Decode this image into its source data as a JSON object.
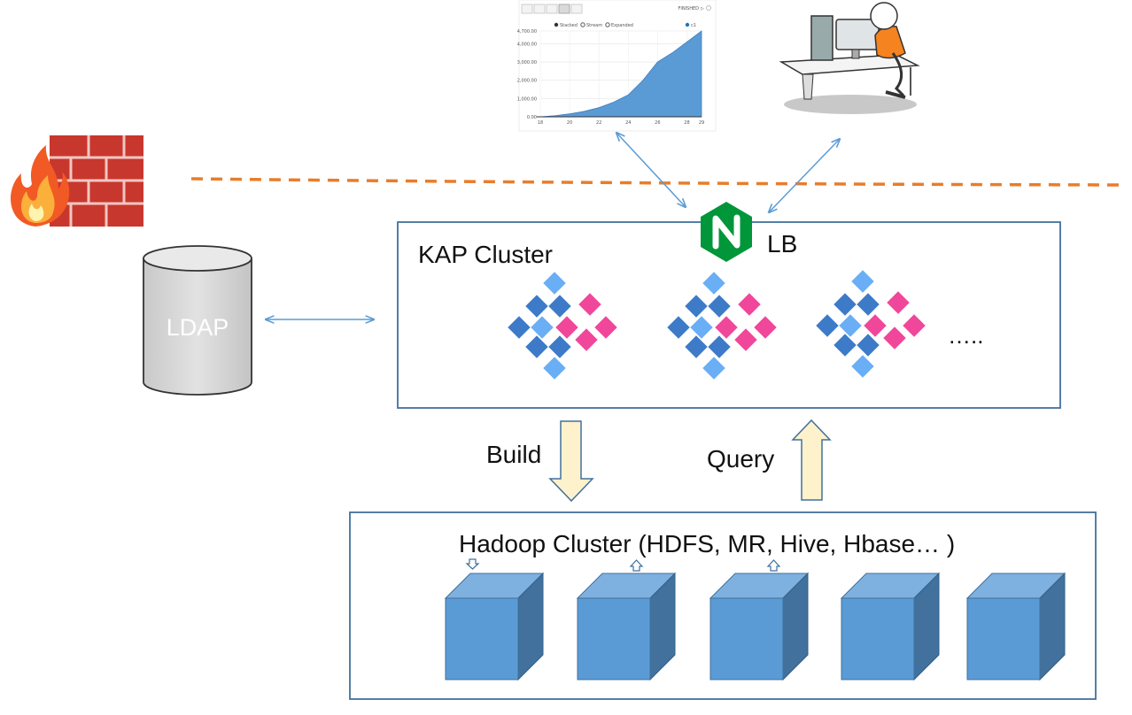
{
  "kap": {
    "title": "KAP Cluster",
    "more": "….."
  },
  "lb": {
    "label": "LB"
  },
  "ldap": {
    "label": "LDAP"
  },
  "flows": {
    "build": "Build",
    "query": "Query"
  },
  "hadoop": {
    "title": "Hadoop Cluster (HDFS, MR, Hive, Hbase… )",
    "node_count": 5
  },
  "chart_widget": {
    "status": "FINISHED",
    "legend": [
      "Stacked",
      "Stream",
      "Expanded"
    ],
    "series_name": "c1"
  },
  "chart_data": {
    "type": "area",
    "x": [
      18,
      19,
      20,
      21,
      22,
      23,
      24,
      25,
      26,
      27,
      28,
      29
    ],
    "series": [
      {
        "name": "c1",
        "values": [
          0,
          60,
          160,
          300,
          500,
          800,
          1200,
          2000,
          3000,
          3500,
          4100,
          4700
        ]
      }
    ],
    "xticks": [
      "18",
      "20",
      "22",
      "24",
      "26",
      "28",
      "29"
    ],
    "yticks": [
      "0.00",
      "1,000.00",
      "2,000.00",
      "3,000.00",
      "4,000.00",
      "4,700.00"
    ],
    "xlim": [
      18,
      29
    ],
    "ylim": [
      0,
      4700
    ],
    "grid": true,
    "legend": "top-right",
    "colors": {
      "area": "#5b9bd5"
    }
  },
  "colors": {
    "dashed_line": "#e87d2b",
    "box_border": "#41719c",
    "arrow": "#5b9bd5",
    "cube_front": "#5b9bd5",
    "cube_top": "#7eb0e0",
    "cube_side": "#41719c",
    "flow_fill": "#fdf2cc",
    "nginx": "#009639",
    "kap_dark": "#3d7bc8",
    "kap_light": "#6aaef5",
    "kap_pink": "#f0479b"
  }
}
